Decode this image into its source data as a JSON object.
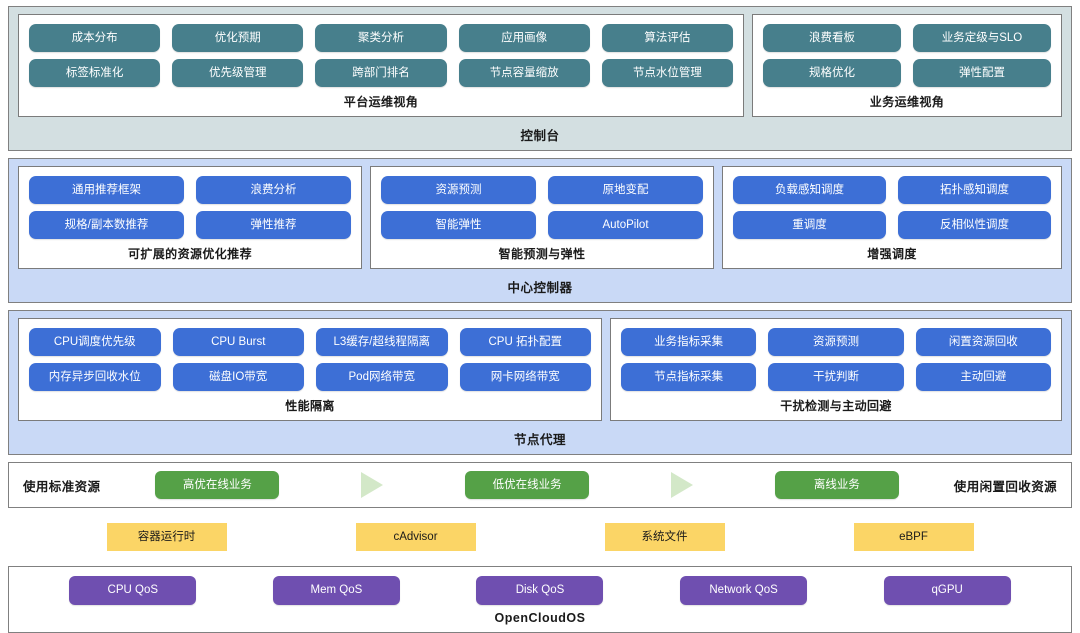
{
  "diagram": {
    "title": "Cloud resource co-location architecture"
  },
  "bands": {
    "console": {
      "label": "控制台",
      "bg": "#d3dfe1",
      "groups": [
        {
          "title": "平台运维视角",
          "chip_color": "#477f8c",
          "chips": [
            "成本分布",
            "优化预期",
            "聚类分析",
            "应用画像",
            "算法评估",
            "标签标准化",
            "优先级管理",
            "跨部门排名",
            "节点容量缩放",
            "节点水位管理"
          ]
        },
        {
          "title": "业务运维视角",
          "chip_color": "#477f8c",
          "chips": [
            "浪费看板",
            "业务定级与SLO",
            "规格优化",
            "弹性配置"
          ]
        }
      ]
    },
    "controller": {
      "label": "中心控制器",
      "bg": "#c9d9f6",
      "groups": [
        {
          "title": "可扩展的资源优化推荐",
          "chip_color": "#3d6fd6",
          "chips": [
            "通用推荐框架",
            "浪费分析",
            "规格/副本数推荐",
            "弹性推荐"
          ]
        },
        {
          "title": "智能预测与弹性",
          "chip_color": "#3d6fd6",
          "chips": [
            "资源预测",
            "原地变配",
            "智能弹性",
            "AutoPilot"
          ]
        },
        {
          "title": "增强调度",
          "chip_color": "#3d6fd6",
          "chips": [
            "负载感知调度",
            "拓扑感知调度",
            "重调度",
            "反相似性调度"
          ]
        }
      ]
    },
    "node_agent": {
      "label": "节点代理",
      "bg": "#c9d9f6",
      "groups": [
        {
          "title": "性能隔离",
          "chip_color": "#3d6fd6",
          "chips": [
            "CPU调度优先级",
            "CPU Burst",
            "L3缓存/超线程隔离",
            "CPU 拓扑配置",
            "内存异步回收水位",
            "磁盘IO带宽",
            "Pod网络带宽",
            "网卡网络带宽"
          ]
        },
        {
          "title": "干扰检测与主动回避",
          "chip_color": "#3d6fd6",
          "chips": [
            "业务指标采集",
            "资源预测",
            "闲置资源回收",
            "节点指标采集",
            "干扰判断",
            "主动回避"
          ]
        }
      ]
    },
    "workload_flow": {
      "left_label": "使用标准资源",
      "right_label": "使用闲置回收资源",
      "chip_color": "#55a147",
      "arrow_color": "#d3e8c8",
      "items": [
        "高优在线业务",
        "低优在线业务",
        "离线业务"
      ]
    },
    "tooling": {
      "chip_color": "#fbd566",
      "items": [
        "容器运行时",
        "cAdvisor",
        "系统文件",
        "eBPF"
      ]
    },
    "os": {
      "label": "OpenCloudOS",
      "chip_color": "#6f4fb0",
      "chips": [
        "CPU QoS",
        "Mem QoS",
        "Disk QoS",
        "Network QoS",
        "qGPU"
      ]
    }
  }
}
